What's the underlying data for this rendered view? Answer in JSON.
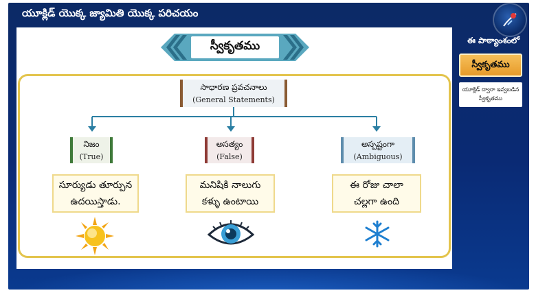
{
  "header": {
    "title": "యూక్లిడ్ యొక్క జ్యామితి యొక్క పరిచయం"
  },
  "banner": {
    "title": "స్వీకృతము"
  },
  "diagram": {
    "root": {
      "telugu": "సాధారణ ప్రవచనాలు",
      "english": "(General Statements)"
    },
    "categories": [
      {
        "telugu": "నిజం",
        "english": "(True)",
        "color": "#3f7a3a",
        "example_lines": [
          "సూర్యుడు తూర్పున",
          "ఉదయిస్తాడు."
        ],
        "icon": "sun-icon"
      },
      {
        "telugu": "అసత్యం",
        "english": "(False)",
        "color": "#8e3a35",
        "example_lines": [
          "మనిషికి నాలుగు",
          "కళ్ళు ఉంటాయి"
        ],
        "icon": "eye-icon"
      },
      {
        "telugu": "అస్పష్టంగా",
        "english": "(Ambiguous)",
        "color": "#5e8dad",
        "example_lines": [
          "ఈ రోజు చాలా",
          "చల్లగా ఉంది"
        ],
        "icon": "snowflake-icon"
      }
    ]
  },
  "sidebar": {
    "title": "ఈ పాఠ్యాంశంలో",
    "items": [
      {
        "label": "స్వీకృతము",
        "active": true
      },
      {
        "label_lines": [
          "యూక్లిడ్ ద్వారా ఇవ్వబడిన",
          "స్వీకృతము"
        ],
        "active": false
      }
    ]
  },
  "colors": {
    "background": "#0a2a74",
    "frame_border": "#e3c44d",
    "active_item": "#f0b146",
    "arrow": "#2b7fa3"
  }
}
